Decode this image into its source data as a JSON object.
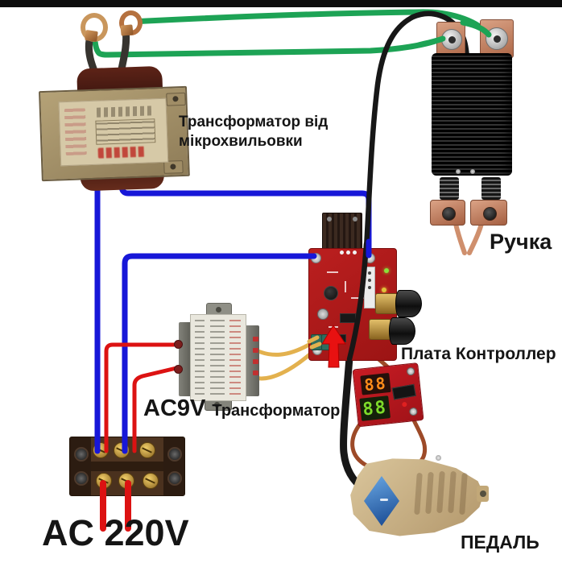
{
  "diagram_title": "Spot welder wiring diagram",
  "colors": {
    "wire_green": "#1da355",
    "wire_blue": "#1717d8",
    "wire_red": "#dc1212",
    "wire_yellow": "#e3b14e",
    "wire_black": "#171717",
    "flex_cable": "#9d4a28",
    "arrow_red": "#e81111",
    "controller_board": "#b21c1c",
    "display_digits_top": "#ff8c1a",
    "display_digits_bottom": "#7ddb2a",
    "pedal_body": "#c9b289",
    "copper": "#c98a6a"
  },
  "components": {
    "mot": {
      "label_line1": "Трансформатор від",
      "label_line2": "мікрохвильовки"
    },
    "handle": {
      "label": "Ручка"
    },
    "controller": {
      "label": "Плата Контроллер"
    },
    "display_board": {
      "top_value": "88",
      "bottom_value": "88"
    },
    "ac9v": {
      "label_bold": "AC9V",
      "label_rest": "Трансформатор"
    },
    "mains": {
      "label": "AC 220V"
    },
    "pedal": {
      "label": "ПЕДАЛЬ"
    }
  }
}
